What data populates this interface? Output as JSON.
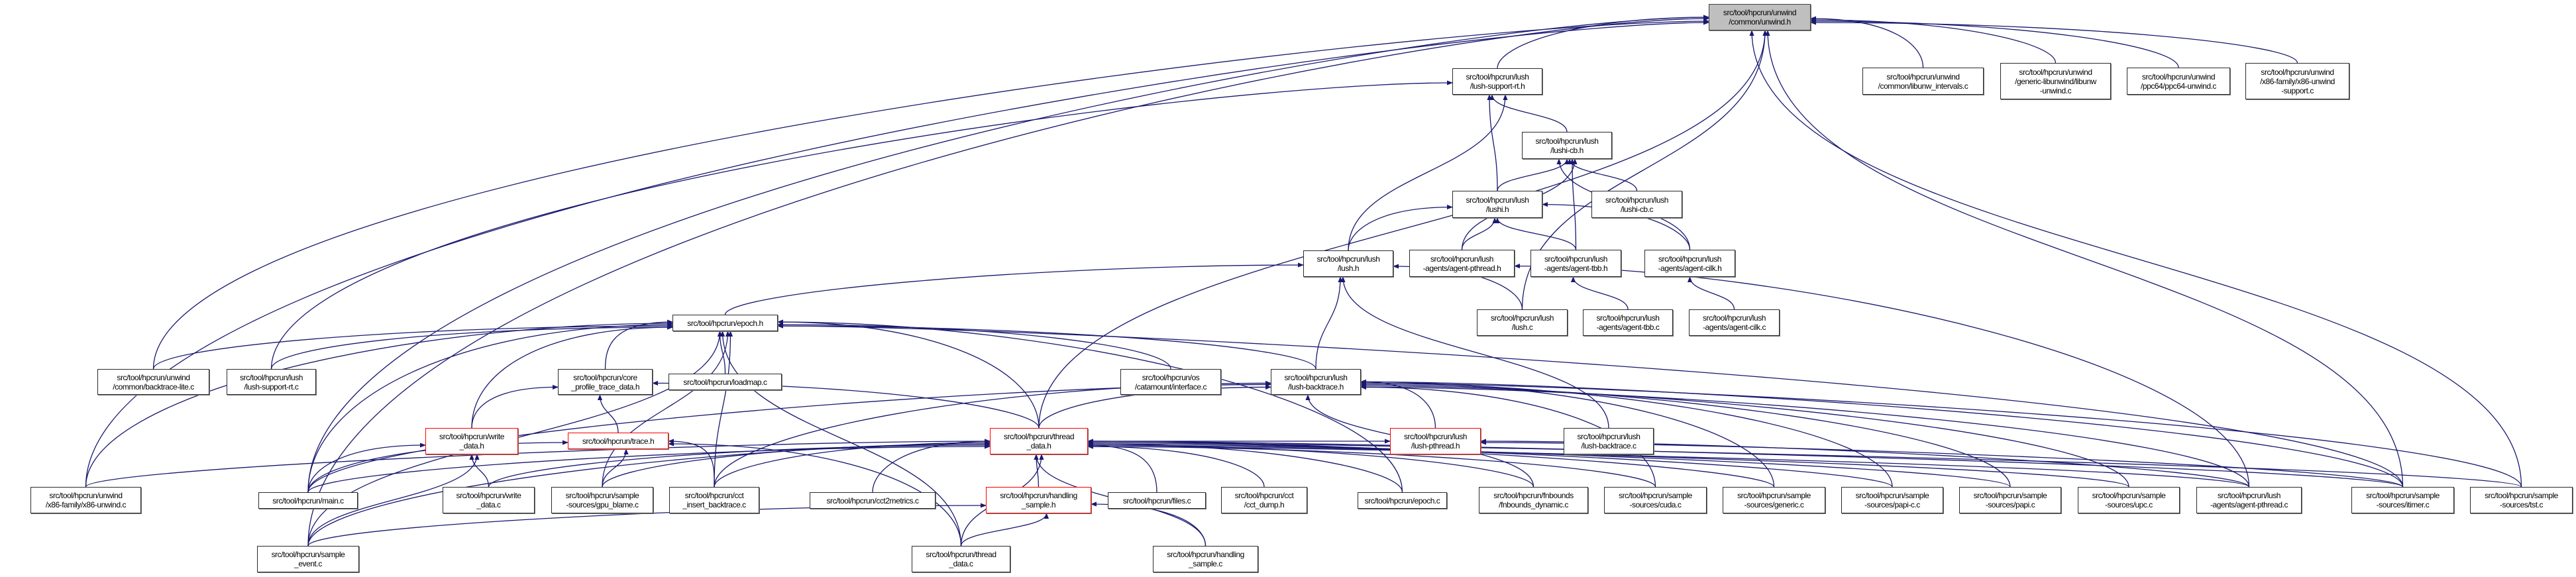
{
  "graph": {
    "edge_color": "#191970",
    "root_fill": "#bfbfbf",
    "truncated_border": "#ff0000",
    "nodes": [
      {
        "id": "unwind_h",
        "label": [
          "src/tool/hpcrun/unwind",
          "/common/unwind.h"
        ],
        "kind": "root"
      },
      {
        "id": "lush_support_rt_h",
        "label": [
          "src/tool/hpcrun/lush",
          "/lush-support-rt.h"
        ]
      },
      {
        "id": "lushi_cb_h",
        "label": [
          "src/tool/hpcrun/lush",
          "/lushi-cb.h"
        ]
      },
      {
        "id": "lushi_h",
        "label": [
          "src/tool/hpcrun/lush",
          "/lushi.h"
        ]
      },
      {
        "id": "lushi_cb_c",
        "label": [
          "src/tool/hpcrun/lush",
          "/lushi-cb.c"
        ]
      },
      {
        "id": "agent_pthread_h",
        "label": [
          "src/tool/hpcrun/lush",
          "-agents/agent-pthread.h"
        ]
      },
      {
        "id": "agent_tbb_h",
        "label": [
          "src/tool/hpcrun/lush",
          "-agents/agent-tbb.h"
        ]
      },
      {
        "id": "agent_cilk_h",
        "label": [
          "src/tool/hpcrun/lush",
          "-agents/agent-cilk.h"
        ]
      },
      {
        "id": "lush_h",
        "label": [
          "src/tool/hpcrun/lush",
          "/lush.h"
        ]
      },
      {
        "id": "lush_c",
        "label": [
          "src/tool/hpcrun/lush",
          "/lush.c"
        ]
      },
      {
        "id": "agent_tbb_c",
        "label": [
          "src/tool/hpcrun/lush",
          "-agents/agent-tbb.c"
        ]
      },
      {
        "id": "agent_cilk_c",
        "label": [
          "src/tool/hpcrun/lush",
          "-agents/agent-cilk.c"
        ]
      },
      {
        "id": "libunw_intervals_c",
        "label": [
          "src/tool/hpcrun/unwind",
          "/common/libunw_intervals.c"
        ]
      },
      {
        "id": "generic_libunwind_c",
        "label": [
          "src/tool/hpcrun/unwind",
          "/generic-libunwind/libunw",
          "-unwind.c"
        ]
      },
      {
        "id": "ppc64_unwind_c",
        "label": [
          "src/tool/hpcrun/unwind",
          "/ppc64/ppc64-unwind.c"
        ]
      },
      {
        "id": "x86_unwind_support_c",
        "label": [
          "src/tool/hpcrun/unwind",
          "/x86-family/x86-unwind",
          "-support.c"
        ]
      },
      {
        "id": "epoch_h",
        "label": [
          "src/tool/hpcrun/epoch.h"
        ]
      },
      {
        "id": "backtrace_lite_c",
        "label": [
          "src/tool/hpcrun/unwind",
          "/common/backtrace-lite.c"
        ]
      },
      {
        "id": "lush_support_rt_c",
        "label": [
          "src/tool/hpcrun/lush",
          "/lush-support-rt.c"
        ]
      },
      {
        "id": "core_profile_trace_data_h",
        "label": [
          "src/tool/hpcrun/core",
          "_profile_trace_data.h"
        ]
      },
      {
        "id": "loadmap_c",
        "label": [
          "src/tool/hpcrun/loadmap.c"
        ]
      },
      {
        "id": "catamount_interface_c",
        "label": [
          "src/tool/hpcrun/os",
          "/catamount/interface.c"
        ]
      },
      {
        "id": "lush_backtrace_h",
        "label": [
          "src/tool/hpcrun/lush",
          "/lush-backtrace.h"
        ]
      },
      {
        "id": "write_data_h",
        "label": [
          "src/tool/hpcrun/write",
          "_data.h"
        ],
        "kind": "truncated"
      },
      {
        "id": "trace_h",
        "label": [
          "src/tool/hpcrun/trace.h"
        ],
        "kind": "truncated"
      },
      {
        "id": "thread_data_h",
        "label": [
          "src/tool/hpcrun/thread",
          "_data.h"
        ],
        "kind": "truncated"
      },
      {
        "id": "lush_pthread_h",
        "label": [
          "src/tool/hpcrun/lush",
          "/lush-pthread.h"
        ],
        "kind": "truncated"
      },
      {
        "id": "lush_backtrace_c",
        "label": [
          "src/tool/hpcrun/lush",
          "/lush-backtrace.c"
        ]
      },
      {
        "id": "x86_unwind_c",
        "label": [
          "src/tool/hpcrun/unwind",
          "/x86-family/x86-unwind.c"
        ]
      },
      {
        "id": "main_c",
        "label": [
          "src/tool/hpcrun/main.c"
        ]
      },
      {
        "id": "write_data_c",
        "label": [
          "src/tool/hpcrun/write",
          "_data.c"
        ]
      },
      {
        "id": "gpu_blame_c",
        "label": [
          "src/tool/hpcrun/sample",
          "-sources/gpu_blame.c"
        ]
      },
      {
        "id": "cct_insert_backtrace_c",
        "label": [
          "src/tool/hpcrun/cct",
          "_insert_backtrace.c"
        ]
      },
      {
        "id": "cct2metrics_c",
        "label": [
          "src/tool/hpcrun/cct2metrics.c"
        ]
      },
      {
        "id": "handling_sample_h",
        "label": [
          "src/tool/hpcrun/handling",
          "_sample.h"
        ],
        "kind": "truncated"
      },
      {
        "id": "files_c",
        "label": [
          "src/tool/hpcrun/files.c"
        ]
      },
      {
        "id": "cct_dump_h",
        "label": [
          "src/tool/hpcrun/cct",
          "/cct_dump.h"
        ]
      },
      {
        "id": "epoch_c",
        "label": [
          "src/tool/hpcrun/epoch.c"
        ]
      },
      {
        "id": "fnbounds_dynamic_c",
        "label": [
          "src/tool/hpcrun/fnbounds",
          "/fnbounds_dynamic.c"
        ]
      },
      {
        "id": "cuda_c",
        "label": [
          "src/tool/hpcrun/sample",
          "-sources/cuda.c"
        ]
      },
      {
        "id": "generic_c",
        "label": [
          "src/tool/hpcrun/sample",
          "-sources/generic.c"
        ]
      },
      {
        "id": "papi_c_c",
        "label": [
          "src/tool/hpcrun/sample",
          "-sources/papi-c.c"
        ]
      },
      {
        "id": "papi_c",
        "label": [
          "src/tool/hpcrun/sample",
          "-sources/papi.c"
        ]
      },
      {
        "id": "upc_c",
        "label": [
          "src/tool/hpcrun/sample",
          "-sources/upc.c"
        ]
      },
      {
        "id": "agent_pthread_c",
        "label": [
          "src/tool/hpcrun/lush",
          "-agents/agent-pthread.c"
        ]
      },
      {
        "id": "itimer_c",
        "label": [
          "src/tool/hpcrun/sample",
          "-sources/itimer.c"
        ]
      },
      {
        "id": "tst_c",
        "label": [
          "src/tool/hpcrun/sample",
          "-sources/tst.c"
        ]
      },
      {
        "id": "sample_event_c",
        "label": [
          "src/tool/hpcrun/sample",
          "_event.c"
        ]
      },
      {
        "id": "thread_data_c",
        "label": [
          "src/tool/hpcrun/thread",
          "_data.c"
        ]
      },
      {
        "id": "handling_sample_c",
        "label": [
          "src/tool/hpcrun/handling",
          "_sample.c"
        ]
      }
    ],
    "edges": [
      [
        "lush_support_rt_h",
        "unwind_h"
      ],
      [
        "libunw_intervals_c",
        "unwind_h"
      ],
      [
        "generic_libunwind_c",
        "unwind_h"
      ],
      [
        "ppc64_unwind_c",
        "unwind_h"
      ],
      [
        "x86_unwind_support_c",
        "unwind_h"
      ],
      [
        "lush_c",
        "unwind_h"
      ],
      [
        "itimer_c",
        "unwind_h"
      ],
      [
        "tst_c",
        "unwind_h"
      ],
      [
        "backtrace_lite_c",
        "unwind_h"
      ],
      [
        "x86_unwind_c",
        "unwind_h"
      ],
      [
        "main_c",
        "unwind_h"
      ],
      [
        "sample_event_c",
        "unwind_h"
      ],
      [
        "thread_data_h",
        "unwind_h"
      ],
      [
        "lush_h",
        "lush_support_rt_h"
      ],
      [
        "lushi_h",
        "lush_support_rt_h"
      ],
      [
        "lushi_cb_h",
        "lush_support_rt_h"
      ],
      [
        "lush_support_rt_c",
        "lush_support_rt_h"
      ],
      [
        "lushi_h",
        "lushi_cb_h"
      ],
      [
        "lushi_cb_c",
        "lushi_cb_h"
      ],
      [
        "agent_tbb_h",
        "lushi_cb_h"
      ],
      [
        "agent_pthread_h",
        "lushi_cb_h"
      ],
      [
        "agent_cilk_h",
        "lushi_cb_h"
      ],
      [
        "lush_h",
        "lushi_h"
      ],
      [
        "agent_pthread_h",
        "lushi_h"
      ],
      [
        "agent_tbb_h",
        "lushi_h"
      ],
      [
        "agent_cilk_h",
        "lushi_h"
      ],
      [
        "epoch_h",
        "lush_h"
      ],
      [
        "lush_c",
        "lush_h"
      ],
      [
        "lush_backtrace_h",
        "lush_h"
      ],
      [
        "lush_backtrace_c",
        "lush_h"
      ],
      [
        "agent_tbb_c",
        "agent_tbb_h"
      ],
      [
        "agent_cilk_c",
        "agent_cilk_h"
      ],
      [
        "agent_pthread_c",
        "agent_pthread_h"
      ],
      [
        "backtrace_lite_c",
        "epoch_h"
      ],
      [
        "lush_support_rt_c",
        "epoch_h"
      ],
      [
        "core_profile_trace_data_h",
        "epoch_h"
      ],
      [
        "loadmap_c",
        "epoch_h"
      ],
      [
        "catamount_interface_c",
        "epoch_h"
      ],
      [
        "lush_backtrace_h",
        "epoch_h"
      ],
      [
        "write_data_h",
        "epoch_h"
      ],
      [
        "thread_data_h",
        "epoch_h"
      ],
      [
        "x86_unwind_c",
        "epoch_h"
      ],
      [
        "main_c",
        "epoch_h"
      ],
      [
        "sample_event_c",
        "epoch_h"
      ],
      [
        "thread_data_c",
        "epoch_h"
      ],
      [
        "epoch_c",
        "epoch_h"
      ],
      [
        "gpu_blame_c",
        "epoch_h"
      ],
      [
        "cct_insert_backtrace_c",
        "epoch_h"
      ],
      [
        "itimer_c",
        "epoch_h"
      ],
      [
        "write_data_h",
        "core_profile_trace_data_h"
      ],
      [
        "trace_h",
        "core_profile_trace_data_h"
      ],
      [
        "thread_data_h",
        "core_profile_trace_data_h"
      ],
      [
        "write_data_c",
        "write_data_h"
      ],
      [
        "main_c",
        "write_data_h"
      ],
      [
        "sample_event_c",
        "write_data_h"
      ],
      [
        "gpu_blame_c",
        "trace_h"
      ],
      [
        "cct_insert_backtrace_c",
        "trace_h"
      ],
      [
        "main_c",
        "trace_h"
      ],
      [
        "thread_data_c",
        "trace_h"
      ],
      [
        "thread_data_h",
        "lush_backtrace_h"
      ],
      [
        "lush_pthread_h",
        "lush_backtrace_h"
      ],
      [
        "cct_insert_backtrace_c",
        "lush_backtrace_h"
      ],
      [
        "main_c",
        "lush_backtrace_h"
      ],
      [
        "fnbounds_dynamic_c",
        "lush_backtrace_h"
      ],
      [
        "cuda_c",
        "lush_backtrace_h"
      ],
      [
        "generic_c",
        "lush_backtrace_h"
      ],
      [
        "papi_c_c",
        "lush_backtrace_h"
      ],
      [
        "papi_c",
        "lush_backtrace_h"
      ],
      [
        "upc_c",
        "lush_backtrace_h"
      ],
      [
        "agent_pthread_c",
        "lush_backtrace_h"
      ],
      [
        "itimer_c",
        "lush_backtrace_h"
      ],
      [
        "tst_c",
        "lush_backtrace_h"
      ],
      [
        "handling_sample_h",
        "thread_data_h"
      ],
      [
        "files_c",
        "thread_data_h"
      ],
      [
        "cct_dump_h",
        "thread_data_h"
      ],
      [
        "cct2metrics_c",
        "thread_data_h"
      ],
      [
        "cct_insert_backtrace_c",
        "thread_data_h"
      ],
      [
        "gpu_blame_c",
        "thread_data_h"
      ],
      [
        "write_data_c",
        "thread_data_h"
      ],
      [
        "main_c",
        "thread_data_h"
      ],
      [
        "x86_unwind_c",
        "thread_data_h"
      ],
      [
        "thread_data_c",
        "thread_data_h"
      ],
      [
        "epoch_c",
        "thread_data_h"
      ],
      [
        "fnbounds_dynamic_c",
        "thread_data_h"
      ],
      [
        "cuda_c",
        "thread_data_h"
      ],
      [
        "generic_c",
        "thread_data_h"
      ],
      [
        "papi_c_c",
        "thread_data_h"
      ],
      [
        "papi_c",
        "thread_data_h"
      ],
      [
        "upc_c",
        "thread_data_h"
      ],
      [
        "agent_pthread_c",
        "thread_data_h"
      ],
      [
        "itimer_c",
        "thread_data_h"
      ],
      [
        "tst_c",
        "thread_data_h"
      ],
      [
        "sample_event_c",
        "thread_data_h"
      ],
      [
        "handling_sample_c",
        "thread_data_h"
      ],
      [
        "thread_data_h",
        "lush_pthread_h"
      ],
      [
        "agent_pthread_c",
        "lush_pthread_h"
      ],
      [
        "itimer_c",
        "lush_pthread_h"
      ],
      [
        "thread_data_c",
        "handling_sample_h"
      ],
      [
        "handling_sample_c",
        "handling_sample_h"
      ],
      [
        "sample_event_c",
        "handling_sample_h"
      ]
    ]
  }
}
